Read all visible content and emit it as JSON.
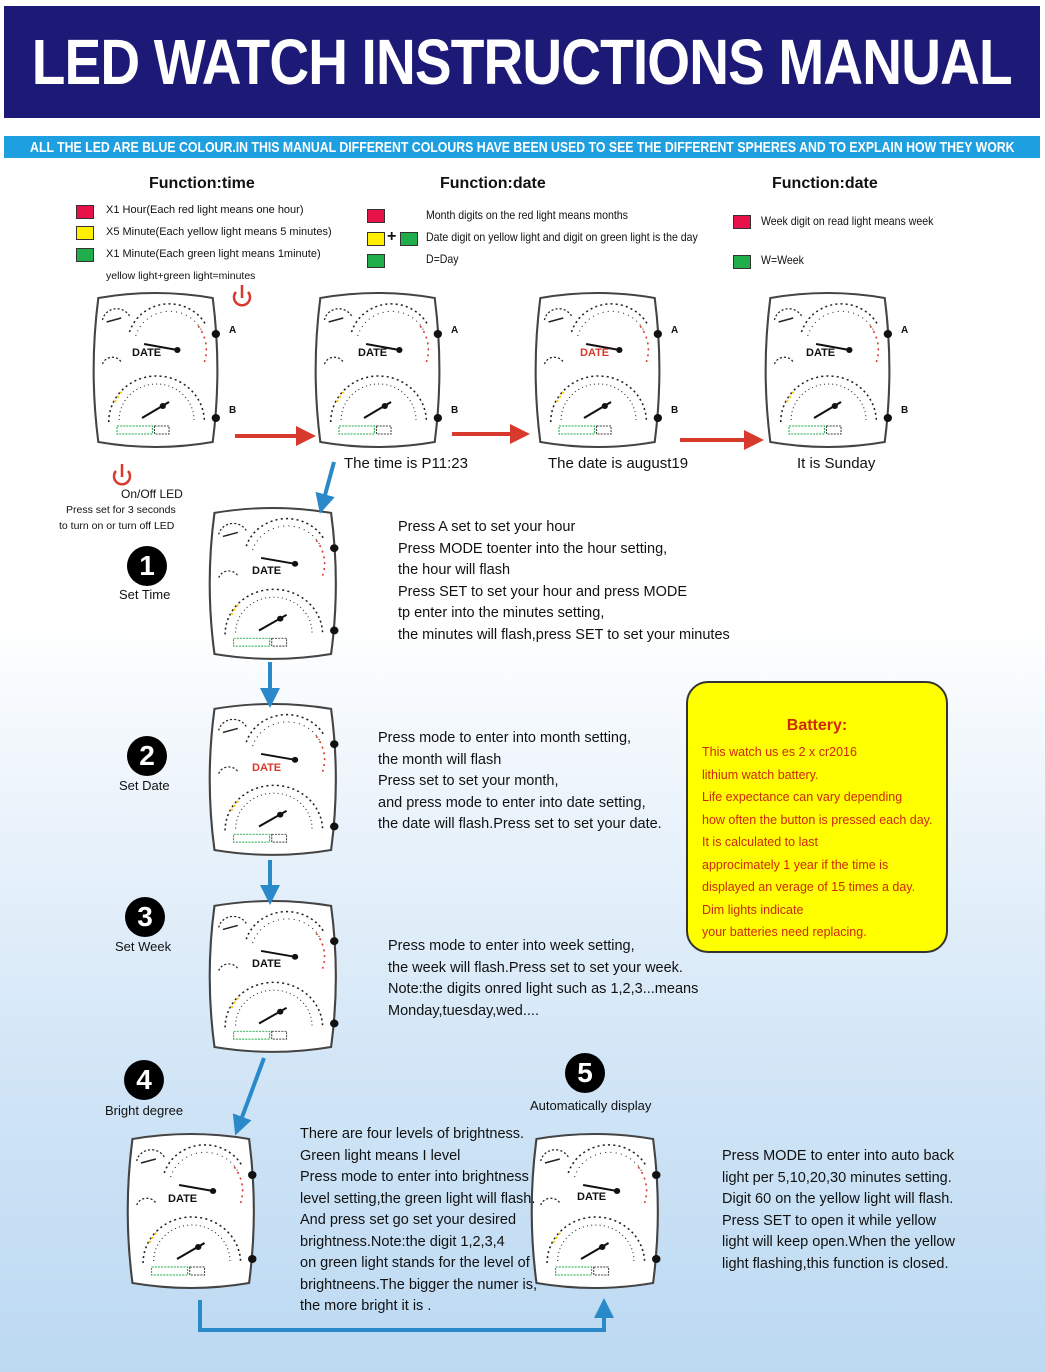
{
  "header": {
    "title": "LED WATCH INSTRUCTIONS MANUAL"
  },
  "banner": {
    "text": "ALL THE LED ARE BLUE COLOUR.IN THIS MANUAL DIFFERENT COLOURS HAVE BEEN USED TO SEE THE DIFFERENT SPHERES AND TO EXPLAIN HOW THEY WORK"
  },
  "colors": {
    "red": "#e8114a",
    "yellow": "#ffee00",
    "green": "#1fae4a",
    "arrow_red": "#d7392d",
    "arrow_blue": "#2a8ac9"
  },
  "functions": [
    {
      "heading": "Function:time",
      "legend": [
        {
          "color": "red",
          "text": "X1 Hour(Each red light means one hour)"
        },
        {
          "color": "yellow",
          "text": "X5 Minute(Each yellow light means 5 minutes)"
        },
        {
          "color": "green",
          "text": "X1 Minute(Each green light means 1minute)"
        }
      ],
      "note": "yellow light+green light=minutes"
    },
    {
      "heading": "Function:date",
      "legend": [
        {
          "color": "red",
          "text": "Month digits on the red light means months"
        },
        {
          "color": "yellow+green",
          "text": "Date digit on yellow light and digit on green light is the day",
          "plus": "+"
        },
        {
          "color": "green",
          "text": "D=Day"
        }
      ]
    },
    {
      "heading": "Function:date",
      "legend": [
        {
          "color": "red",
          "text": "Week digit on read light means week"
        },
        {
          "color": "green",
          "text": "W=Week"
        }
      ]
    }
  ],
  "watch": {
    "date_label": "DATE",
    "button_a": "A",
    "button_b": "B"
  },
  "captions": {
    "time": "The time is P11:23",
    "date": "The date is august19",
    "week": "It is Sunday"
  },
  "onoff": {
    "title": "On/Off LED",
    "line1": "Press set for 3 seconds",
    "line2": "to turn on or turn off LED"
  },
  "steps": [
    {
      "num": "1",
      "label": "Set Time",
      "lines": [
        "Press A set to set your hour",
        "Press MODE toenter into the hour setting,",
        "the hour will flash",
        "Press SET to set your hour and press MODE",
        "tp enter into the minutes setting,",
        "the minutes will flash,press SET to set your minutes"
      ]
    },
    {
      "num": "2",
      "label": "Set Date",
      "lines": [
        "Press mode to enter into month setting,",
        "the month will flash",
        "Press set to set your month,",
        "and press mode to enter into date setting,",
        "the date will flash.Press set to set your date."
      ]
    },
    {
      "num": "3",
      "label": "Set Week",
      "lines": [
        "Press mode to enter into week setting,",
        "the week will flash.Press set to set your week.",
        "Note:the digits onred light such as 1,2,3...means",
        "Monday,tuesday,wed...."
      ]
    },
    {
      "num": "4",
      "label": "Bright degree",
      "lines": [
        "There are four levels of brightness.",
        "Green light means I level",
        "Press mode to enter into brightness",
        "level setting,the green light will flash.",
        "And press set go set your desired",
        "brightness.Note:the digit 1,2,3,4",
        "on green light stands for the level of",
        "brightneens.The bigger the numer is,",
        "the more bright it is ."
      ]
    },
    {
      "num": "5",
      "label": "Automatically display",
      "lines": [
        "Press MODE to enter into auto back",
        "light per 5,10,20,30 minutes setting.",
        "Digit 60 on the yellow light will flash.",
        "Press SET to open it while yellow",
        "light will keep open.When the yellow",
        "light flashing,this function is closed."
      ]
    }
  ],
  "battery": {
    "title": "Battery:",
    "lines": [
      "This watch us es 2 x cr2016",
      "lithium watch battery.",
      "Life expectance can vary depending",
      "how often the button is pressed each day.",
      "It is calculated to last",
      "approcimately 1 year if the time is",
      "displayed an verage of 15 times a day.",
      "Dim lights indicate",
      "your batteries need replacing."
    ]
  }
}
